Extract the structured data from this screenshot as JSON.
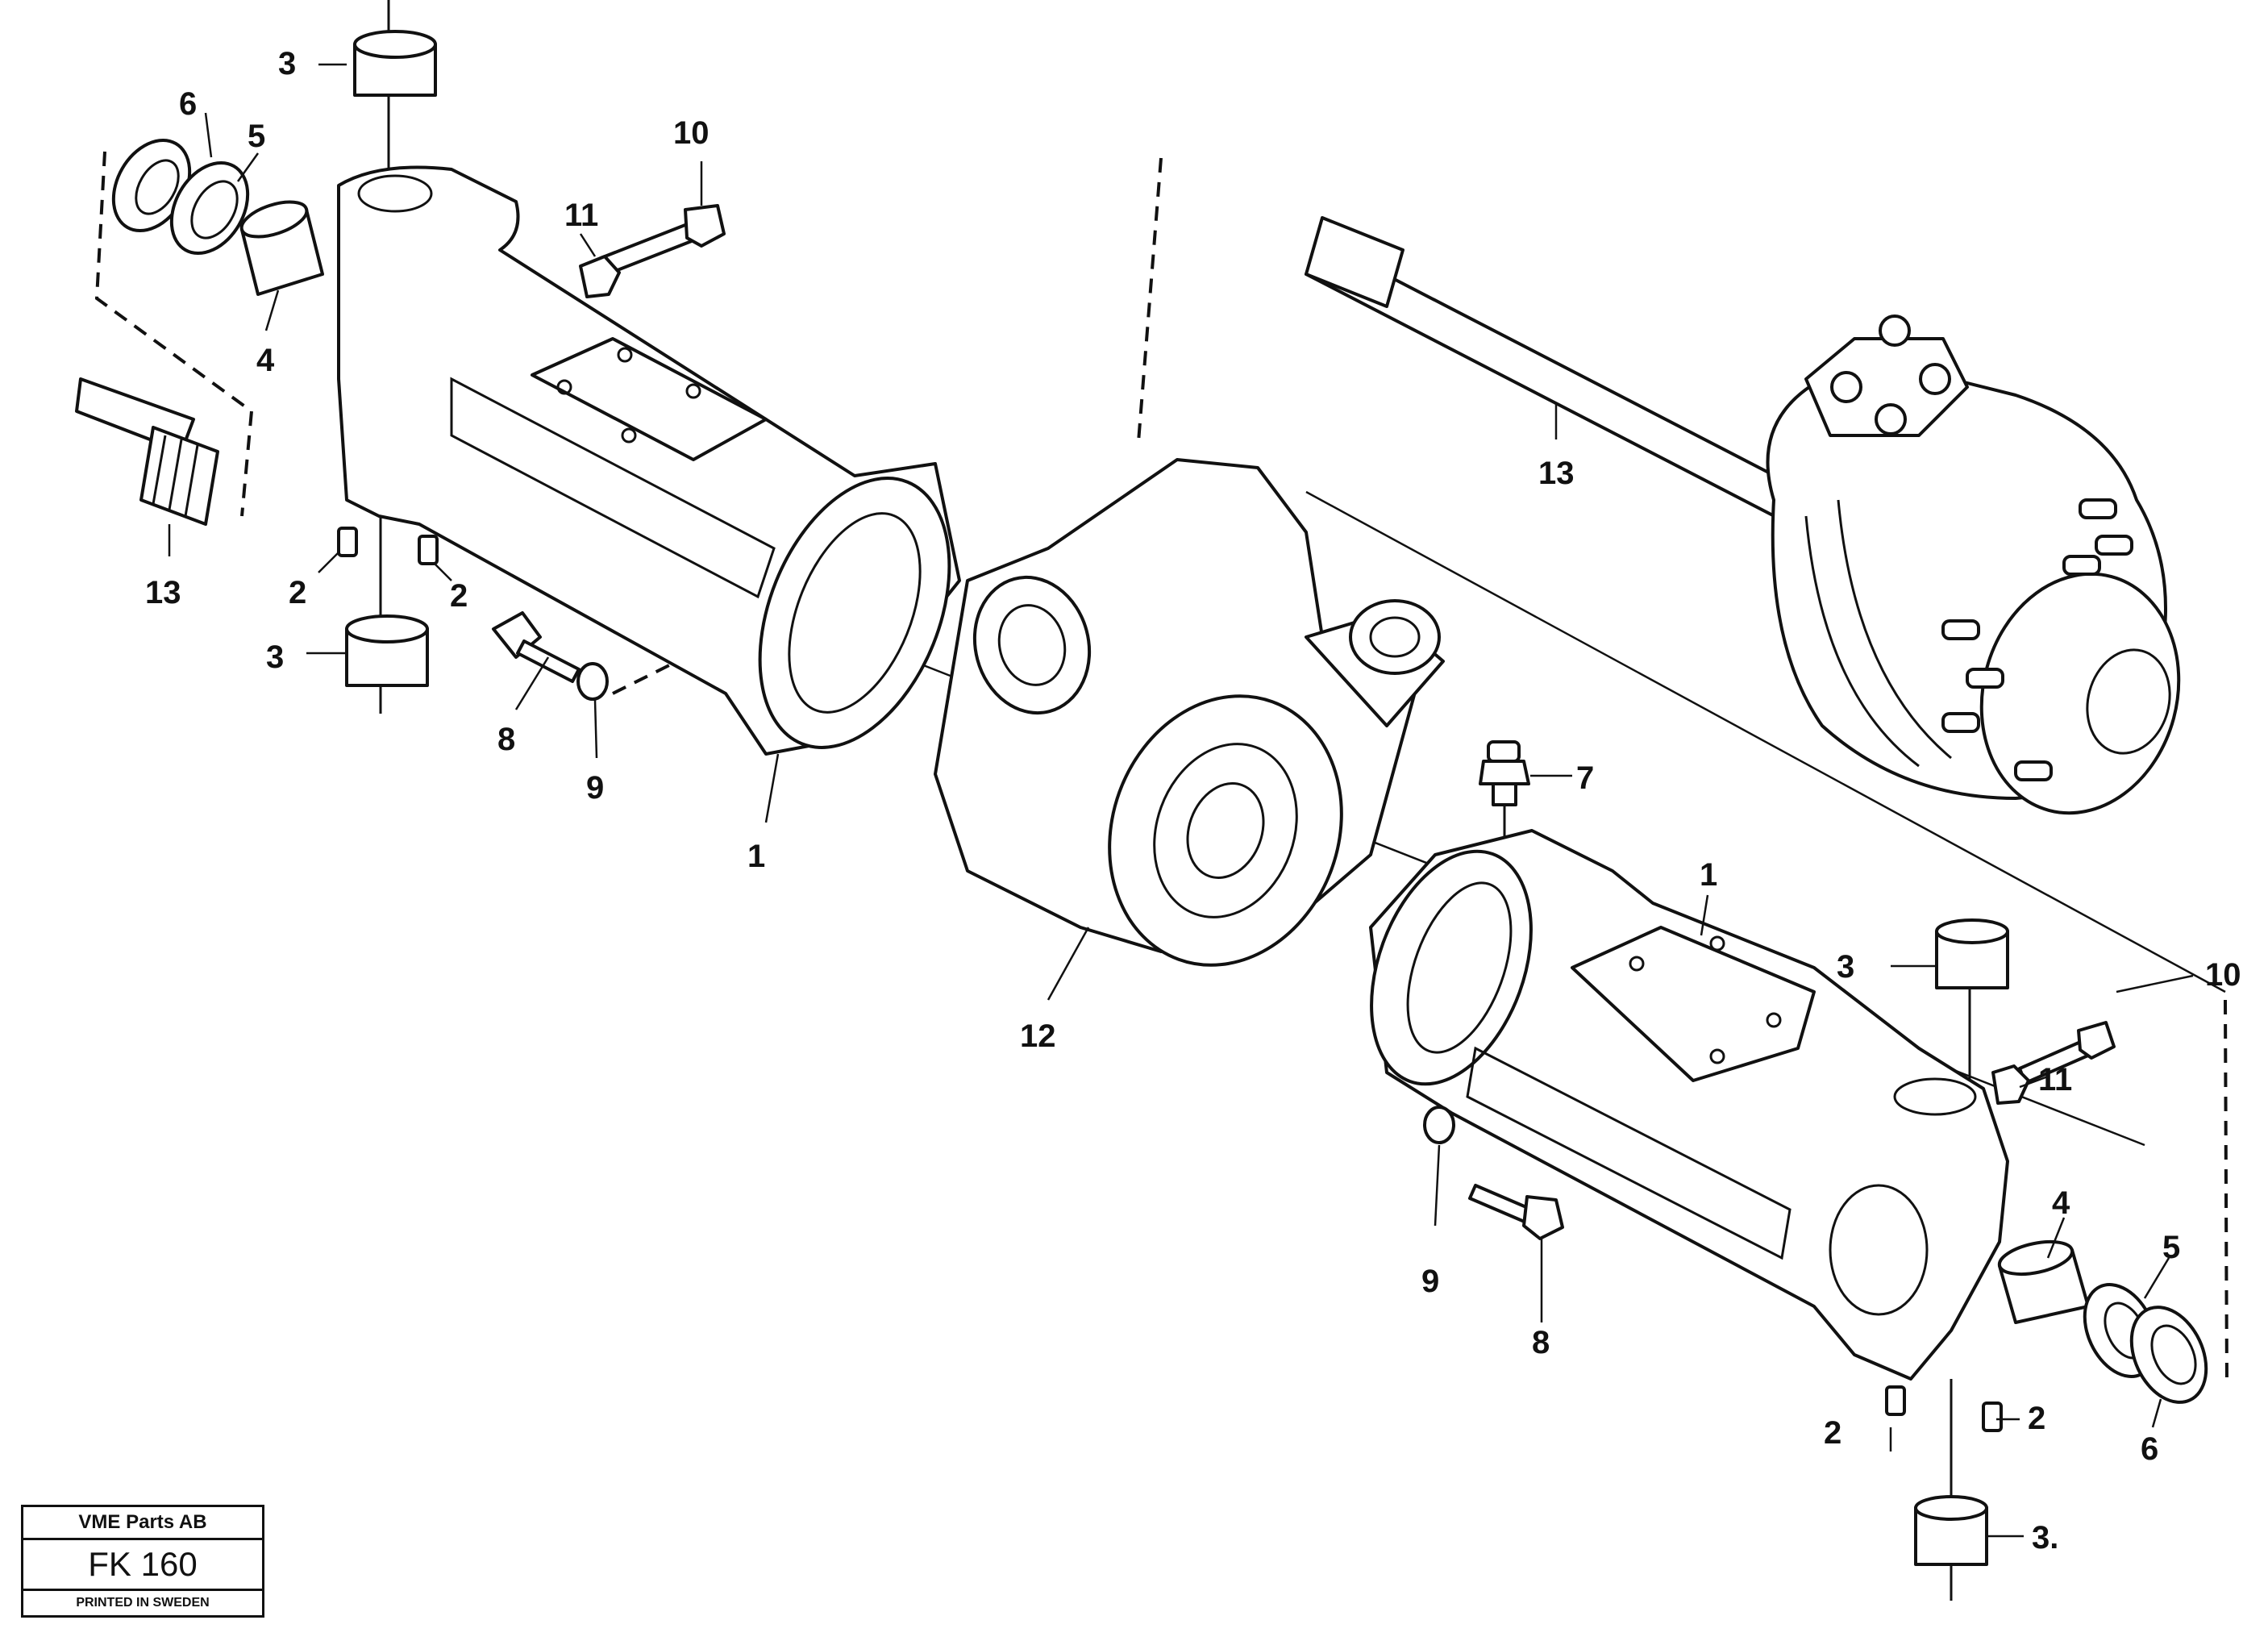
{
  "title_block": {
    "company": "VME Parts AB",
    "drawing_number": "FK 160",
    "printed": "PRINTED IN SWEDEN"
  },
  "callouts": {
    "c1a": "1",
    "c1b": "1",
    "c2a": "2",
    "c2b": "2",
    "c2c": "2",
    "c2d": "2",
    "c3a": "3",
    "c3b": "3",
    "c3c": "3",
    "c3d": "3.",
    "c4a": "4",
    "c4b": "4",
    "c5a": "5",
    "c5b": "5",
    "c6a": "6",
    "c6b": "6",
    "c7": "7",
    "c8a": "8",
    "c8b": "8",
    "c9a": "9",
    "c9b": "9",
    "c10a": "10",
    "c10b": "10",
    "c11a": "11",
    "c11b": "11",
    "c12": "12",
    "c13a": "13",
    "c13b": "13"
  }
}
